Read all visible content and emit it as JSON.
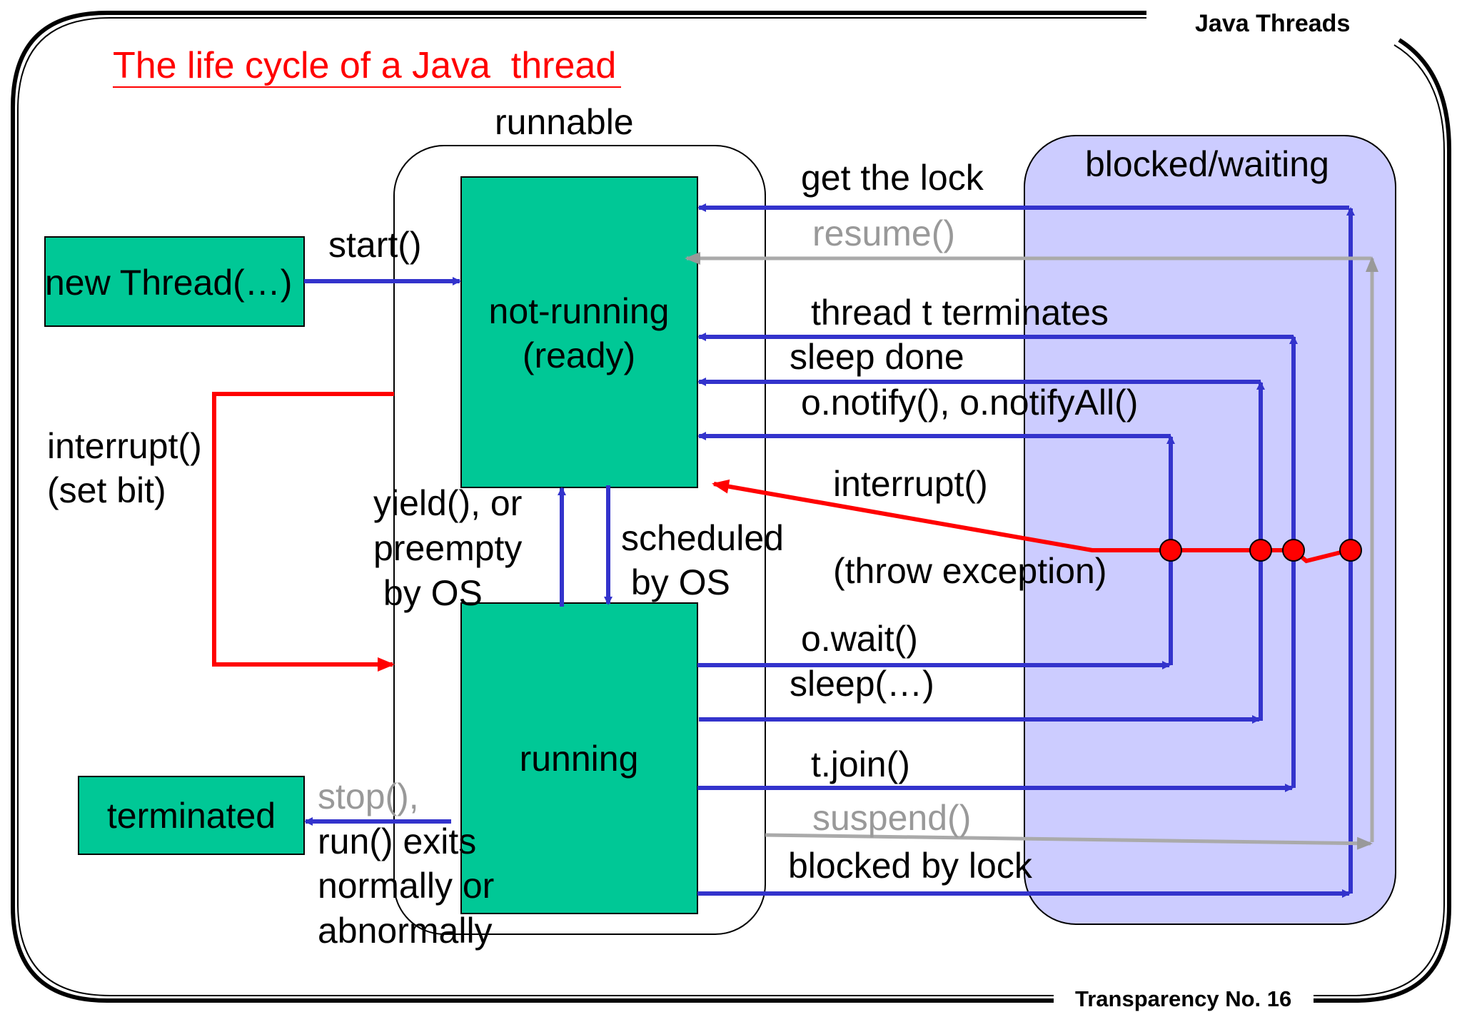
{
  "header": {
    "section": "Java Threads",
    "footer": "Transparency No. 16"
  },
  "title": "The life cycle of a Java  thread",
  "states": {
    "runnable": "runnable",
    "blocked": "blocked/waiting",
    "new": "new Thread(…)",
    "not_running_1": "not-running",
    "not_running_2": "(ready)",
    "running": "running",
    "terminated": "terminated"
  },
  "transitions": {
    "start": "start()",
    "interrupt_set_1": "interrupt()",
    "interrupt_set_2": "(set bit)",
    "yield_1": "yield(), or",
    "yield_2": "preempty",
    "yield_3": " by OS",
    "scheduled_1": "scheduled",
    "scheduled_2": " by OS",
    "get_lock": "get the lock",
    "resume": "resume()",
    "thread_terminates": "thread t terminates",
    "sleep_done": "sleep done",
    "notify": "o.notify(), o.notifyAll()",
    "interrupt": "interrupt()",
    "throw_exception": "(throw exception)",
    "wait": "o.wait()",
    "sleep": "sleep(…)",
    "join": "t.join()",
    "suspend": "suspend()",
    "blocked_by_lock": "blocked by lock",
    "stop": "stop(),",
    "exit_1": "run() exits",
    "exit_2": "normally or",
    "exit_3": "abnormally"
  },
  "colors": {
    "state_fill": "#00c896",
    "blocked_fill": "#ccccff",
    "arrow_blue": "#3333cc",
    "arrow_red": "#ff0000",
    "arrow_gray": "#999999",
    "title_red": "#ff0000"
  }
}
